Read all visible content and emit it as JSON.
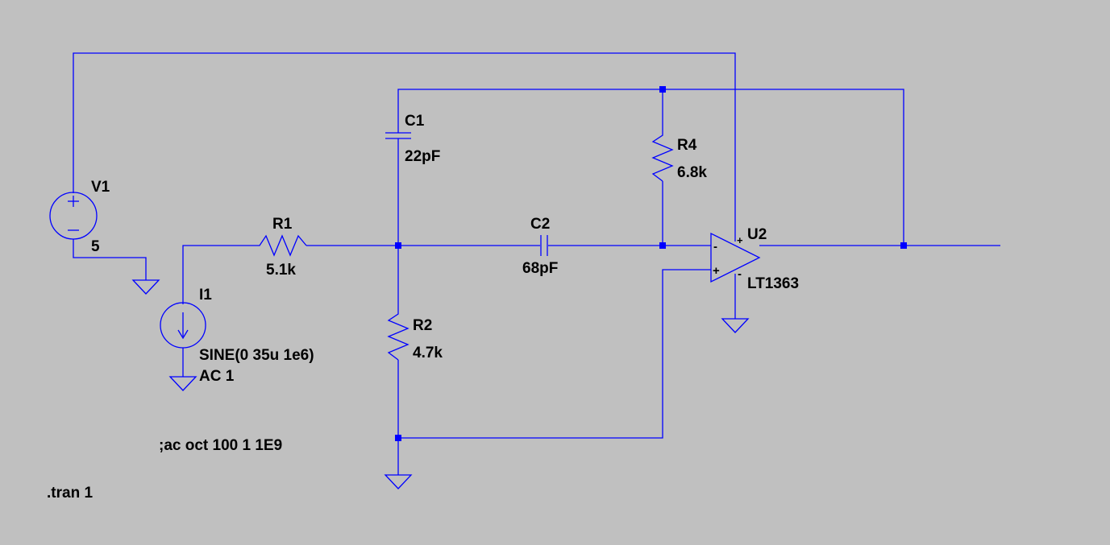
{
  "components": {
    "V1": {
      "ref": "V1",
      "value": "5"
    },
    "I1": {
      "ref": "I1",
      "value_line1": "SINE(0 35u 1e6)",
      "value_line2": "AC 1"
    },
    "R1": {
      "ref": "R1",
      "value": "5.1k"
    },
    "R2": {
      "ref": "R2",
      "value": "4.7k"
    },
    "R4": {
      "ref": "R4",
      "value": "6.8k"
    },
    "C1": {
      "ref": "C1",
      "value": "22pF"
    },
    "C2": {
      "ref": "C2",
      "value": "68pF"
    },
    "U2": {
      "ref": "U2",
      "value": "LT1363",
      "pin_minus": "-",
      "pin_plus": "+"
    }
  },
  "directives": {
    "ac": ";ac oct 100 1 1E9",
    "tran": ".tran 1"
  },
  "colors": {
    "background": "#c0c0c0",
    "wire": "#0000ff",
    "junction": "#0000ff",
    "text": "#000000"
  }
}
